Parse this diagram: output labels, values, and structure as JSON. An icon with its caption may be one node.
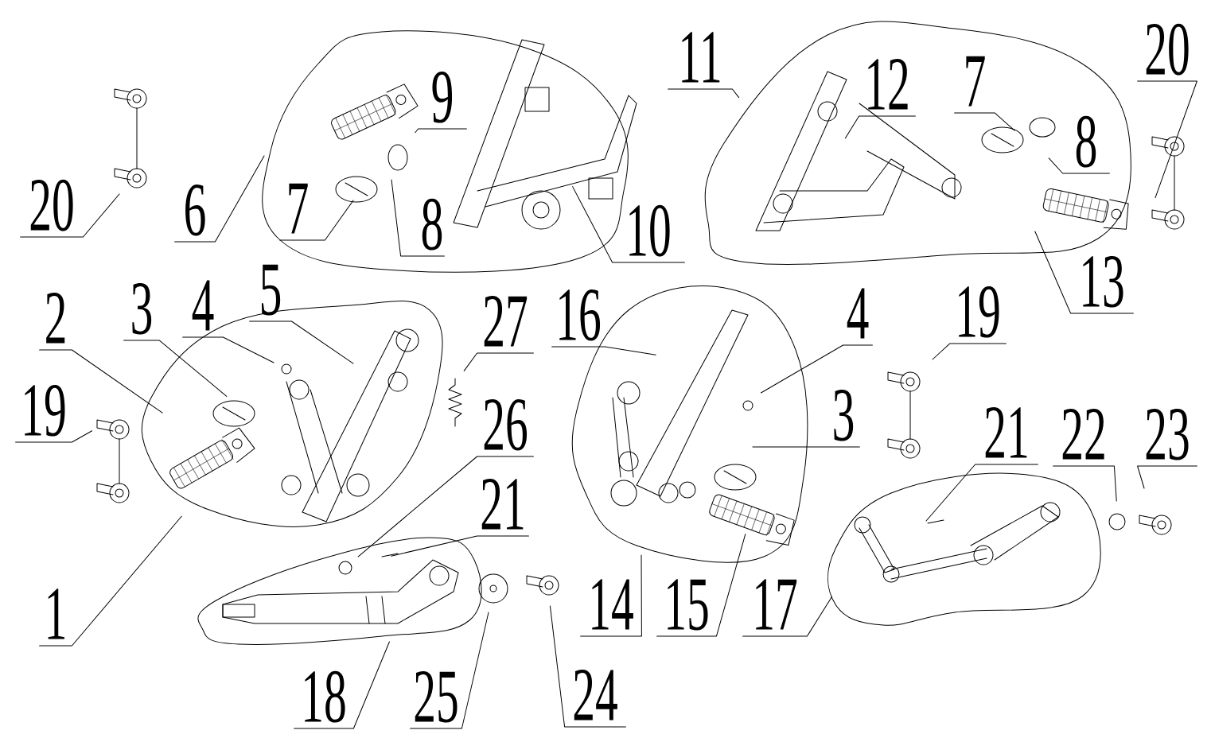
{
  "diagram": {
    "nodes": [
      {
        "text": [
          "11"
        ]
      },
      {
        "text": [
          "12"
        ]
      },
      {
        "text": [
          "7"
        ]
      },
      {
        "text": [
          "20"
        ]
      },
      {
        "text": [
          "9"
        ]
      },
      {
        "text": [
          "8"
        ]
      },
      {
        "text": [
          "20"
        ]
      },
      {
        "text": [
          "6"
        ]
      },
      {
        "text": [
          "7"
        ]
      },
      {
        "text": [
          "8"
        ]
      },
      {
        "text": [
          "10"
        ]
      },
      {
        "text": [
          "13"
        ]
      },
      {
        "text": [
          "2"
        ]
      },
      {
        "text": [
          "3"
        ]
      },
      {
        "text": [
          "4"
        ]
      },
      {
        "text": [
          "5"
        ]
      },
      {
        "text": [
          "27"
        ]
      },
      {
        "text": [
          "16"
        ]
      },
      {
        "text": [
          "4"
        ]
      },
      {
        "text": [
          "19"
        ]
      },
      {
        "text": [
          "19"
        ]
      },
      {
        "text": [
          "3"
        ]
      },
      {
        "text": [
          "26"
        ]
      },
      {
        "text": [
          "21"
        ]
      },
      {
        "text": [
          "22"
        ]
      },
      {
        "text": [
          "23"
        ]
      },
      {
        "text": [
          "21"
        ]
      },
      {
        "text": [
          "1"
        ]
      },
      {
        "text": [
          "14"
        ]
      },
      {
        "text": [
          "15"
        ]
      },
      {
        "text": [
          "17"
        ]
      },
      {
        "text": [
          "18"
        ]
      },
      {
        "text": [
          "25"
        ]
      },
      {
        "text": [
          "24"
        ]
      }
    ],
    "edges": [
      {
        "from": 0,
        "to": null,
        "arrow": "none"
      },
      {
        "from": 1,
        "to": null,
        "arrow": "none"
      },
      {
        "from": 2,
        "to": null,
        "arrow": "none"
      },
      {
        "from": 3,
        "to": null,
        "arrow": "none"
      },
      {
        "from": 4,
        "to": null,
        "arrow": "none"
      },
      {
        "from": 5,
        "to": null,
        "arrow": "none"
      },
      {
        "from": 6,
        "to": null,
        "arrow": "none"
      },
      {
        "from": 7,
        "to": null,
        "arrow": "none"
      },
      {
        "from": 8,
        "to": null,
        "arrow": "none"
      },
      {
        "from": 9,
        "to": null,
        "arrow": "none"
      },
      {
        "from": 10,
        "to": null,
        "arrow": "none"
      },
      {
        "from": 11,
        "to": null,
        "arrow": "none"
      },
      {
        "from": 12,
        "to": null,
        "arrow": "none"
      },
      {
        "from": 13,
        "to": null,
        "arrow": "none"
      },
      {
        "from": 14,
        "to": null,
        "arrow": "none"
      },
      {
        "from": 15,
        "to": null,
        "arrow": "none"
      },
      {
        "from": 16,
        "to": null,
        "arrow": "none"
      },
      {
        "from": 17,
        "to": null,
        "arrow": "none"
      },
      {
        "from": 18,
        "to": null,
        "arrow": "none"
      },
      {
        "from": 19,
        "to": null,
        "arrow": "none"
      },
      {
        "from": 20,
        "to": null,
        "arrow": "none"
      },
      {
        "from": 21,
        "to": null,
        "arrow": "none"
      },
      {
        "from": 22,
        "to": null,
        "arrow": "none"
      },
      {
        "from": 23,
        "to": null,
        "arrow": "none"
      },
      {
        "from": 24,
        "to": null,
        "arrow": "none"
      },
      {
        "from": 25,
        "to": null,
        "arrow": "none"
      },
      {
        "from": 26,
        "to": null,
        "arrow": "none"
      },
      {
        "from": 27,
        "to": null,
        "arrow": "none"
      },
      {
        "from": 28,
        "to": null,
        "arrow": "none"
      },
      {
        "from": 29,
        "to": null,
        "arrow": "none"
      },
      {
        "from": 30,
        "to": null,
        "arrow": "none"
      },
      {
        "from": 31,
        "to": null,
        "arrow": "none"
      },
      {
        "from": 32,
        "to": null,
        "arrow": "none"
      },
      {
        "from": 33,
        "to": null,
        "arrow": "none"
      }
    ]
  }
}
